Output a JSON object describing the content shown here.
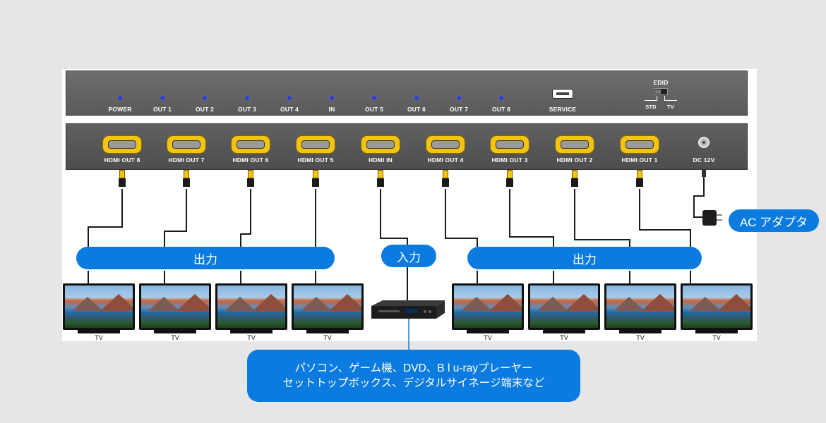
{
  "front_panel": {
    "indicators": [
      "POWER",
      "OUT 1",
      "OUT 2",
      "OUT 3",
      "OUT 4",
      "IN",
      "OUT 5",
      "OUT 6",
      "OUT 7",
      "OUT 8"
    ],
    "service_label": "SERVICE",
    "edid_label": "EDID",
    "edid_std_label": "STD",
    "edid_tv_label": "TV",
    "led_color": "#2a3cd6"
  },
  "rear_panel": {
    "ports": [
      "HDMI OUT 8",
      "HDMI OUT 7",
      "HDMI OUT 6",
      "HDMI OUT 5",
      "HDMI IN",
      "HDMI OUT 4",
      "HDMI OUT 3",
      "HDMI OUT 2",
      "HDMI OUT 1"
    ],
    "dc_label": "DC 12V",
    "port_color": "#f3c412"
  },
  "labels": {
    "output_left": "出力",
    "input": "入力",
    "output_right": "出力",
    "ac_adapter": "AC アダプタ",
    "accent_color": "#0b7be0"
  },
  "displays": {
    "left": [
      "TV",
      "TV",
      "TV",
      "TV"
    ],
    "right": [
      "TV",
      "TV",
      "TV",
      "TV"
    ]
  },
  "source_callout": {
    "line1": "パソコン、ゲーム機、DVD、B l u-rayプレーヤー",
    "line2": "セットトップボックス、デジタルサイネージ端末など"
  }
}
